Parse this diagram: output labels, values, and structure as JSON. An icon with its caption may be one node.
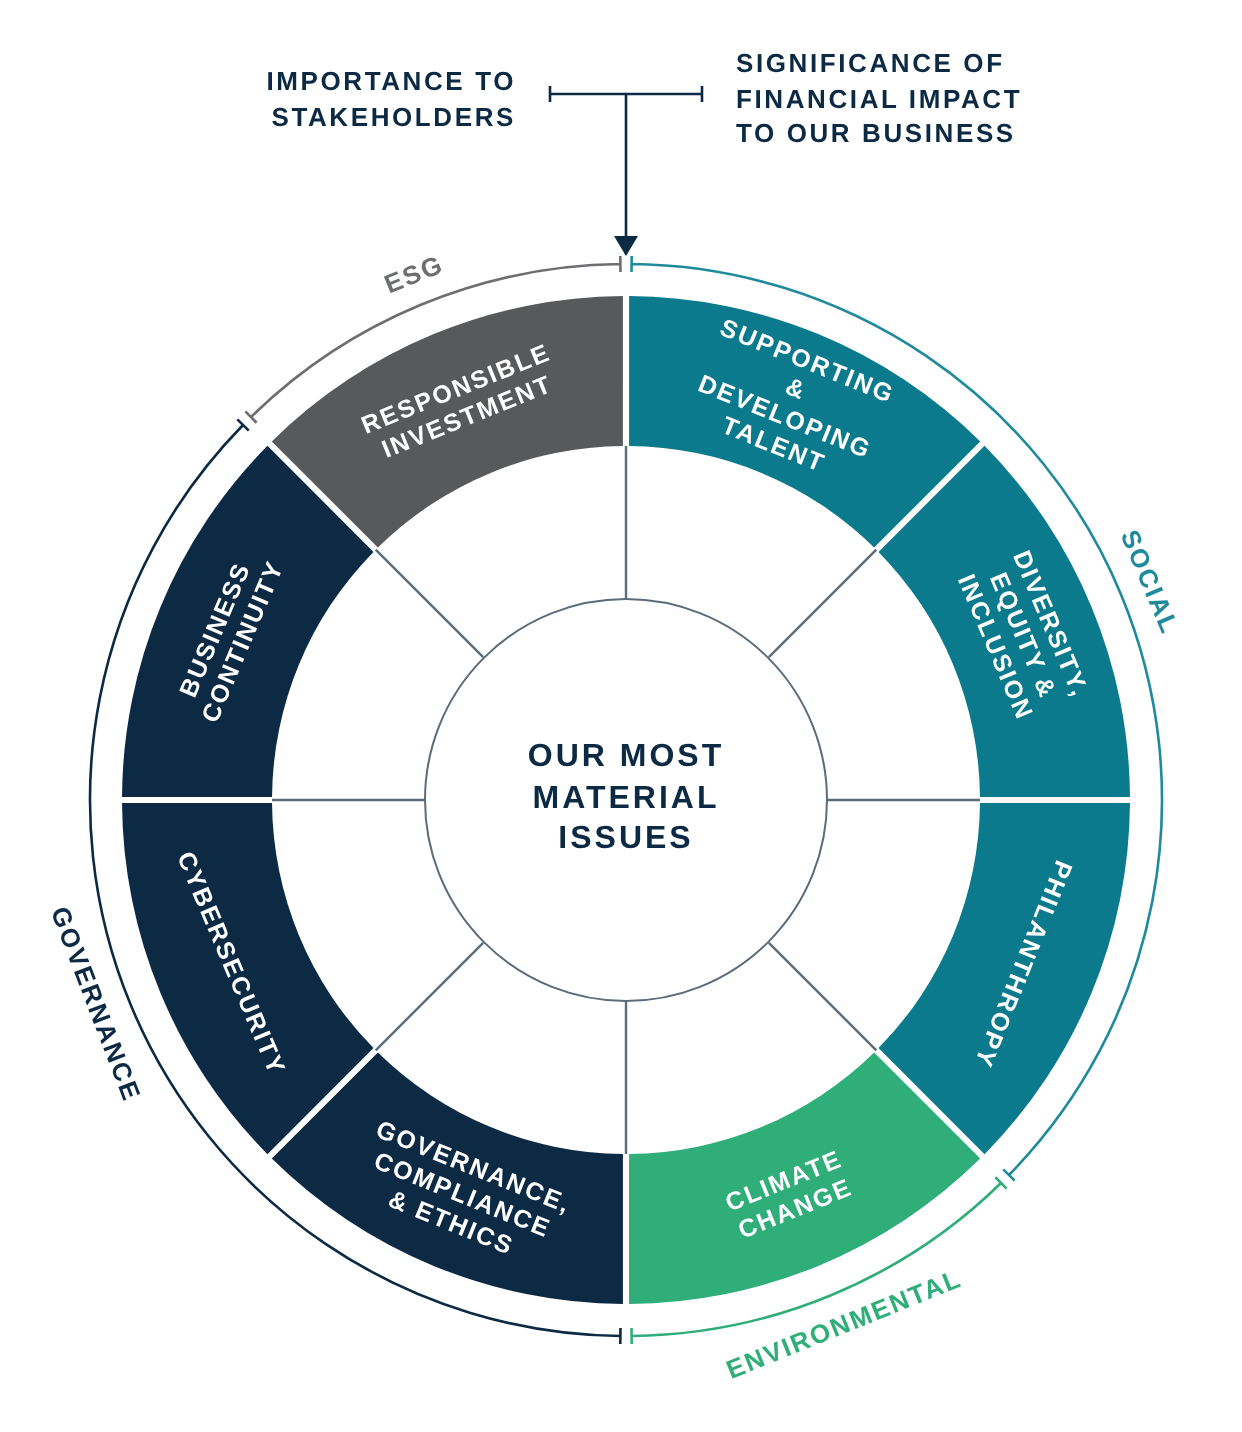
{
  "diagram": {
    "nodes": [
      {
        "text": [
          "RESPONSIBLE INVESTMENT"
        ]
      },
      {
        "text": [
          "SUPPORTING & DEVELOPING TALENT"
        ]
      },
      {
        "text": [
          "DIVERSITY, EQUITY & INCLUSION"
        ]
      },
      {
        "text": [
          "PHILANTHROPY"
        ]
      },
      {
        "text": [
          "CLIMATE CHANGE"
        ]
      },
      {
        "text": [
          "GOVERNANCE, COMPLIANCE & ETHICS"
        ]
      },
      {
        "text": [
          "CYBERSECURITY"
        ]
      },
      {
        "text": [
          "BUSINESS CONTINUITY"
        ]
      },
      {
        "text": [
          "OUR MOST MATERIAL ISSUES"
        ]
      }
    ],
    "labels": [
      "IMPORTANCE TO STAKEHOLDERS",
      "SIGNIFICANCE OF FINANCIAL IMPACT TO OUR BUSINESS",
      "ESG",
      "SOCIAL",
      "ENVIRONMENTAL",
      "GOVERNANCE"
    ]
  }
}
